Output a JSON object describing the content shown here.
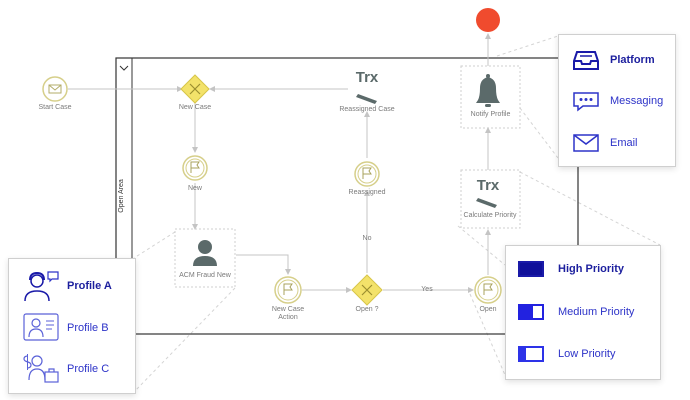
{
  "diagram": {
    "pool_label": "Open Area",
    "nodes": {
      "start": "Start Case",
      "new_case_gw": "New Case",
      "reassigned_case": "Reassigned Case",
      "notify_profile": "Notify Profile",
      "new_event": "New",
      "reassigned_event": "Reassigned",
      "calculate_priority": "Calculate Priority",
      "acm_fraud": "ACM Fraud New",
      "new_case_action": "New Case Action",
      "open_gw": "Open ?",
      "open_event": "Open"
    },
    "trx_label": "Trx",
    "edges": {
      "no": "No",
      "yes": "Yes"
    }
  },
  "channels": {
    "items": [
      {
        "label": "Platform",
        "icon": "inbox-tray-icon"
      },
      {
        "label": "Messaging",
        "icon": "chat-bubble-icon"
      },
      {
        "label": "Email",
        "icon": "envelope-icon"
      }
    ]
  },
  "priority": {
    "items": [
      {
        "label": "High Priority",
        "fill": 1.0
      },
      {
        "label": "Medium Priority",
        "fill": 0.6
      },
      {
        "label": "Low Priority",
        "fill": 0.25
      }
    ]
  },
  "profiles": {
    "items": [
      {
        "label": "Profile A",
        "icon": "headset-user-icon"
      },
      {
        "label": "Profile B",
        "icon": "presenter-user-icon"
      },
      {
        "label": "Profile C",
        "icon": "finance-user-icon"
      }
    ]
  },
  "colors": {
    "accent": "#2d33c8",
    "dark_blue": "#1a1aa8",
    "gateway": "#f3e26a",
    "event": "#c9c27a",
    "alert": "#f04b2e",
    "line": "#bdbdbd"
  }
}
